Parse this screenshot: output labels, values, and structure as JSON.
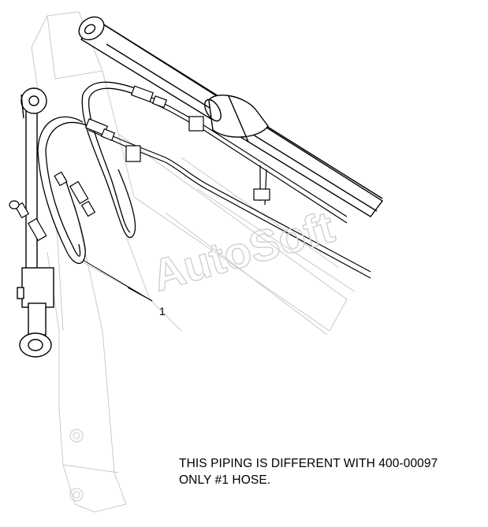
{
  "diagram": {
    "callout_label": "1",
    "note_lines": [
      "THIS PIPING IS DIFFERENT WITH 400-00097",
      "ONLY #1 HOSE."
    ],
    "watermark": "AutoSoft"
  }
}
